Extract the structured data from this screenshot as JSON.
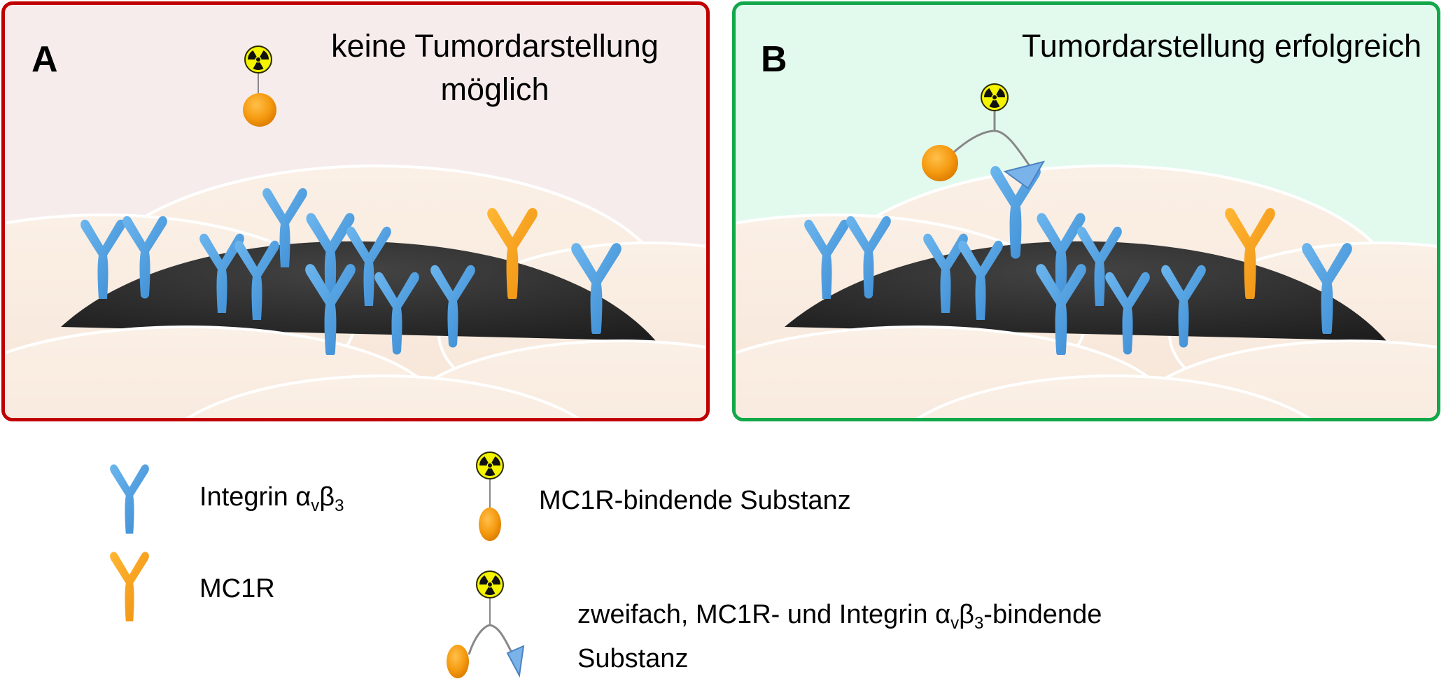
{
  "panels": [
    {
      "id": "A",
      "letter": "A",
      "caption_line1": "keine Tumordarstellung",
      "caption_line2": "möglich",
      "border_color": "#c00000",
      "background_color": "#f7ecec",
      "outcome": "no tumor imaging possible"
    },
    {
      "id": "B",
      "letter": "B",
      "caption_line1": "Tumordarstellung erfolgreich",
      "caption_line2": "",
      "border_color": "#12a84a",
      "background_color": "#e2faee",
      "outcome": "tumor imaging successful"
    }
  ],
  "legend": {
    "integrin": {
      "label_main": "Integrin α",
      "sub1": "v",
      "mid": "β",
      "sub2": "3",
      "icon": "blue-receptor-icon",
      "color": "#4b9fe0"
    },
    "mc1r": {
      "label": "MC1R",
      "icon": "orange-receptor-icon",
      "color": "#f5a020"
    },
    "mono": {
      "label": "MC1R-bindende Substanz",
      "icon": "radiolabeled-ligand-icon"
    },
    "dual": {
      "line1_a": "zweifach, MC1R- und Integrin α",
      "sub1": "v",
      "mid": "β",
      "sub2": "3",
      "line1_b": "-bindende",
      "line2": "Substanz",
      "icon": "dual-ligand-icon"
    }
  },
  "colors": {
    "integrin_blue": "#4b9fe0",
    "mc1r_orange": "#f5a020",
    "tumor_dark": "#2b2b2b",
    "cell_beige": "#f7e8dc",
    "radiation_yellow": "#f4f400"
  }
}
